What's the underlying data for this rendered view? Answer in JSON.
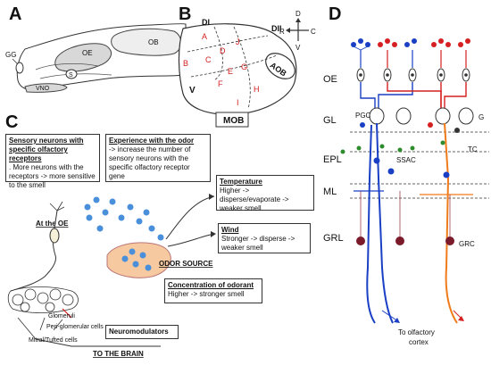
{
  "panels": {
    "a": "A",
    "b": "B",
    "c": "C",
    "d": "D"
  },
  "panel_a": {
    "labels": {
      "gg": "GG",
      "oe": "OE",
      "ob": "OB",
      "s": "S",
      "vno": "VNO"
    }
  },
  "panel_b": {
    "labels": {
      "di": "DI",
      "dii": "DII",
      "aob": "AOB",
      "v": "V",
      "mob": "MOB"
    },
    "zones": [
      "A",
      "B",
      "C",
      "D",
      "J",
      "E",
      "G",
      "F",
      "H",
      "I"
    ],
    "compass": {
      "d": "D",
      "v": "V",
      "r": "R",
      "c": "C"
    }
  },
  "panel_c": {
    "box_sensory": {
      "title": "Sensory neurons with specific olfactory receptors",
      "body": ". More neurons with the receptors -> more sensitive to the smell"
    },
    "box_experience": {
      "title": "Experience with the odor",
      "body": "-> increase the number of sensory neurons with the specific olfactory receptor gene"
    },
    "box_temperature": {
      "title": "Temperature",
      "body": "Higher -> disperse/evaporate -> weaker smell"
    },
    "box_wind": {
      "title": "Wind",
      "body": "Stronger -> disperse -> weaker smell"
    },
    "box_concentration": {
      "title": "Concentration of odorant",
      "body": "Higher -> stronger smell"
    },
    "box_neuromodulators": {
      "title": "Neuromodulators"
    },
    "labels": {
      "at_oe": "At the OE",
      "odor_source": "ODOR SOURCE",
      "glomeruli": "Glomeruli",
      "periglomerular": "Peri-glomerular cells",
      "mitral": "Mitral/Tufted cells",
      "to_brain": "TO THE BRAIN"
    }
  },
  "panel_d": {
    "layers": {
      "oe": "OE",
      "gl": "GL",
      "epl": "EPL",
      "ml": "ML",
      "grl": "GRL"
    },
    "cells": {
      "pgc": "PGC",
      "g": "G",
      "ssac": "SSAC",
      "tc": "TC",
      "grc": "GRC"
    },
    "output": {
      "line1": "To olfactory",
      "line2": "cortex"
    }
  },
  "colors": {
    "red": "#d42020",
    "blue": "#1a3fc4",
    "orange": "#f07b1a",
    "green": "#2e8b2e",
    "gray_fill": "#d8d8d8"
  }
}
